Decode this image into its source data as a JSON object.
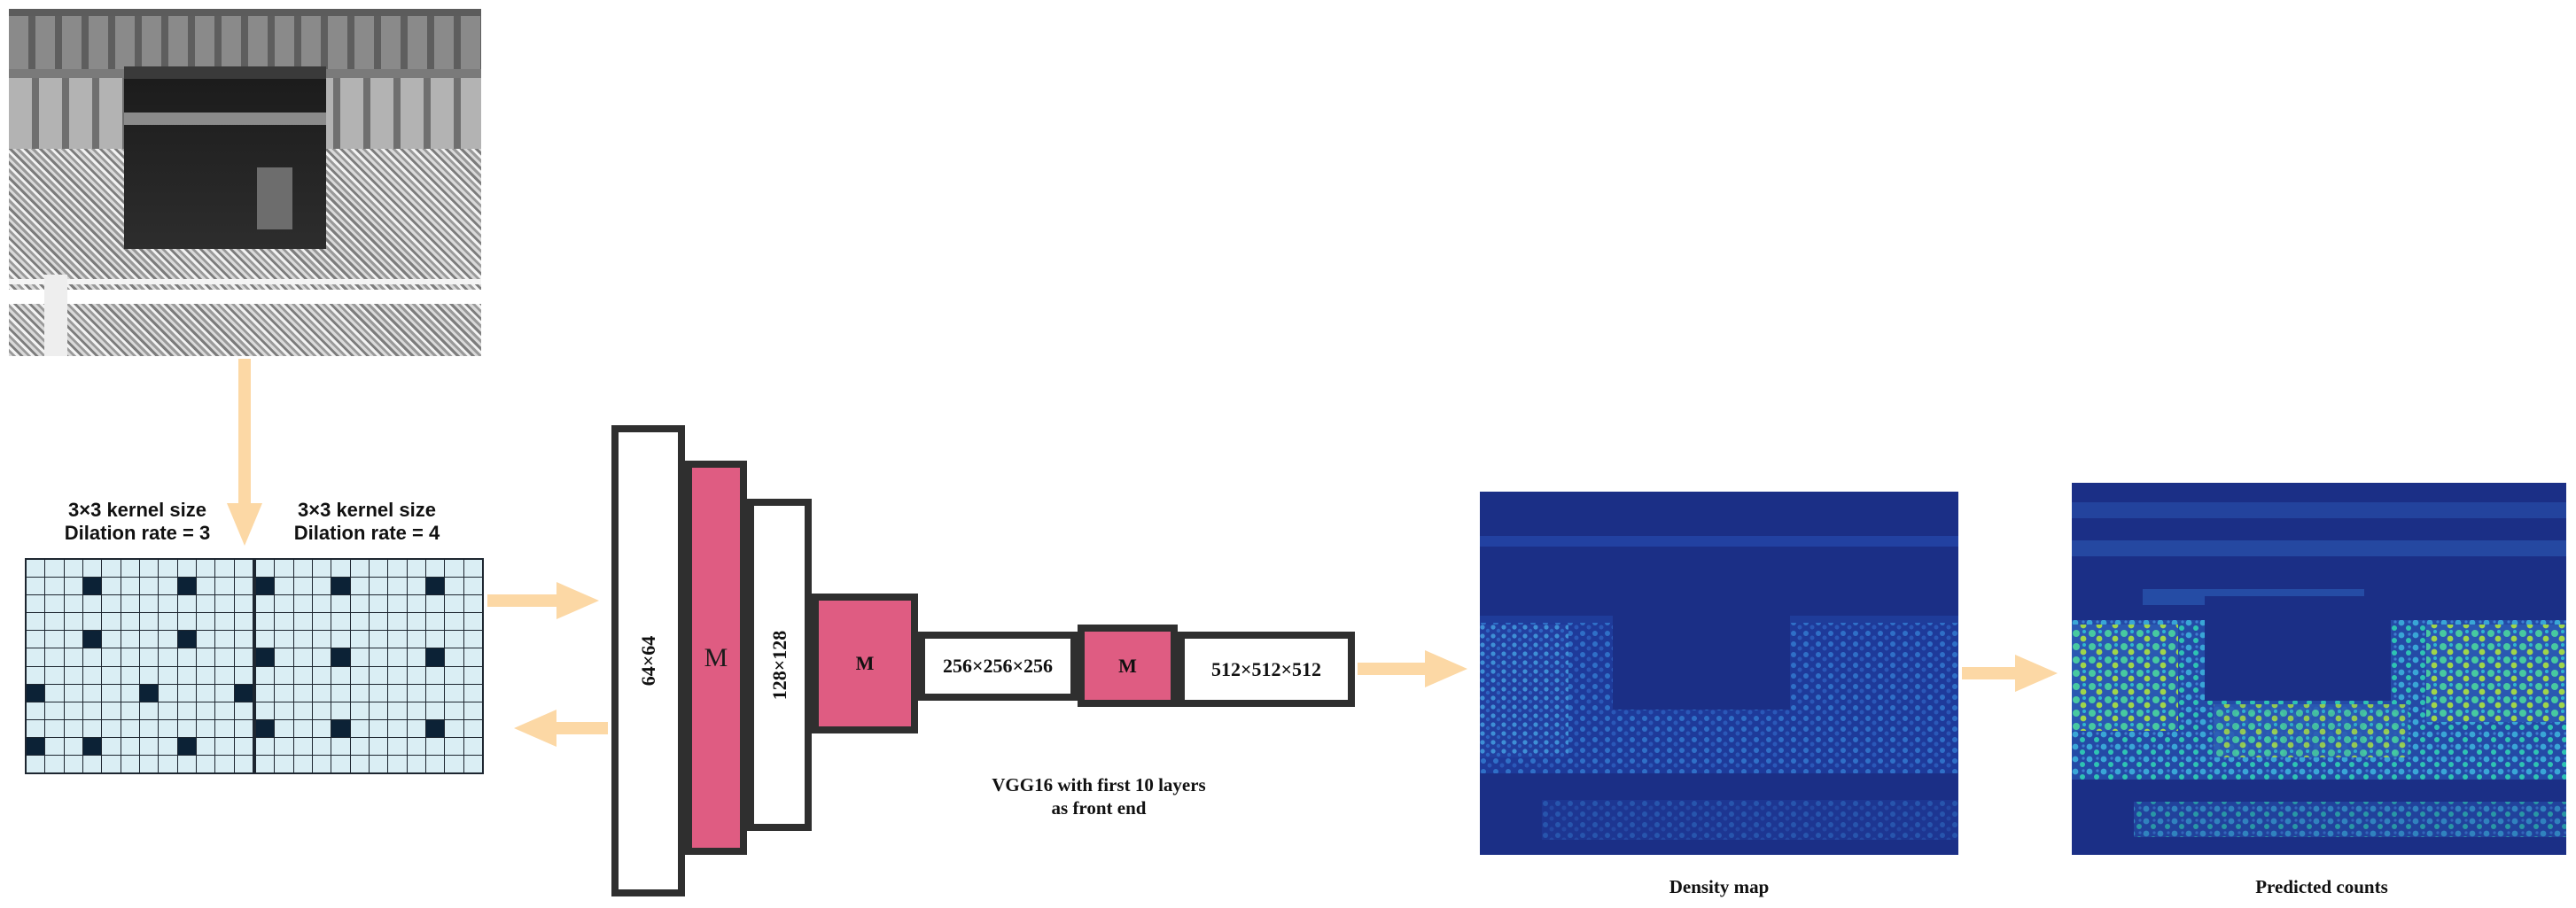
{
  "kernels": [
    {
      "size_label": "3×3  kernel size",
      "dilation_label": "Dilation rate = 3",
      "dark_cells": [
        [
          1,
          3
        ],
        [
          1,
          8
        ],
        [
          4,
          3
        ],
        [
          4,
          8
        ],
        [
          7,
          0
        ],
        [
          7,
          6
        ],
        [
          7,
          11
        ],
        [
          10,
          0
        ],
        [
          10,
          3
        ],
        [
          10,
          8
        ]
      ]
    },
    {
      "size_label": "3×3  kernel size",
      "dilation_label": "Dilation rate = 4",
      "dark_cells": [
        [
          1,
          4
        ],
        [
          1,
          9
        ],
        [
          5,
          0
        ],
        [
          5,
          4
        ],
        [
          5,
          9
        ],
        [
          9,
          0
        ],
        [
          9,
          4
        ],
        [
          9,
          9
        ],
        [
          1,
          0
        ]
      ]
    }
  ],
  "layers": [
    {
      "label": "64×64",
      "type": "conv"
    },
    {
      "label": "M",
      "type": "pool"
    },
    {
      "label": "128×128",
      "type": "conv"
    },
    {
      "label": "M",
      "type": "pool"
    },
    {
      "label": "256×256×256",
      "type": "conv"
    },
    {
      "label": "M",
      "type": "pool"
    },
    {
      "label": "512×512×512",
      "type": "conv"
    }
  ],
  "captions": {
    "vgg_line1": "VGG16 with first 10 layers",
    "vgg_line2": "as front end",
    "density_map": "Density map",
    "predicted_counts": "Predicted counts"
  },
  "colors": {
    "arrow": "#fcd8a5",
    "pool_box": "#df5c82",
    "box_border": "#2f2f2f",
    "grid_cell": "#daeef4",
    "grid_dark_cell": "#0c2236",
    "map_background": "#1b2f86"
  }
}
